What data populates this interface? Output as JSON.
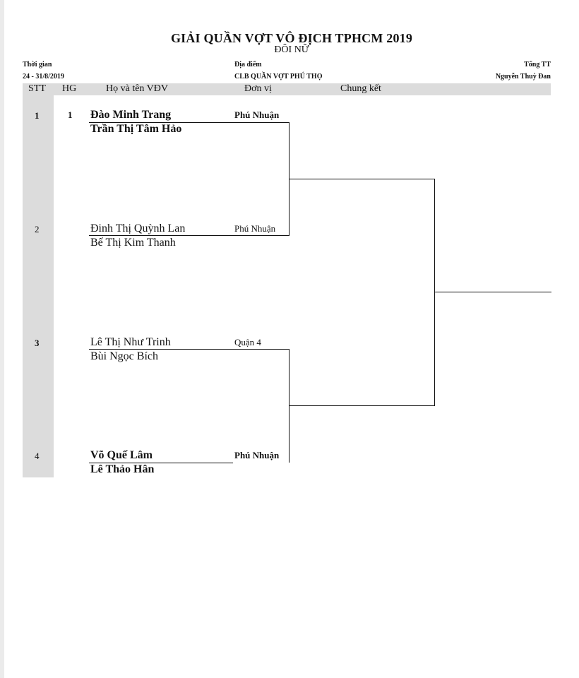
{
  "header": {
    "title": "GIẢI QUẦN VỢT VÔ ĐỊCH TPHCM 2019",
    "subtitle": "ĐÔI NỮ",
    "time_label": "Thời gian",
    "time_value": "24 - 31/8/2019",
    "venue_label": "Địa điểm",
    "venue_value": "CLB QUẦN VỢT PHÚ THỌ",
    "referee_label": "Tổng TT",
    "referee_value": "Nguyễn Thuỳ Đan"
  },
  "columns": {
    "stt": "STT",
    "hg": "HG",
    "name": "Họ và tên VĐV",
    "unit": "Đơn vị",
    "final": "Chung kết"
  },
  "entries": [
    {
      "stt": "1",
      "seed": "1",
      "player1": "Đào Minh Trang",
      "player2": "Trần Thị Tâm Hảo",
      "unit": "Phú Nhuận",
      "bold": true
    },
    {
      "stt": "2",
      "seed": "",
      "player1": "Đinh Thị Quỳnh Lan",
      "player2": "Bế Thị Kim Thanh",
      "unit": "Phú Nhuận",
      "bold": false
    },
    {
      "stt": "3",
      "seed": "",
      "player1": "Lê Thị Như Trinh",
      "player2": "Bùi Ngọc Bích",
      "unit": "Quận 4",
      "bold": false
    },
    {
      "stt": "4",
      "seed": "",
      "player1": "Võ Quế Lâm",
      "player2": "Lê Thảo Hân",
      "unit": "Phú Nhuận",
      "bold": true
    }
  ]
}
